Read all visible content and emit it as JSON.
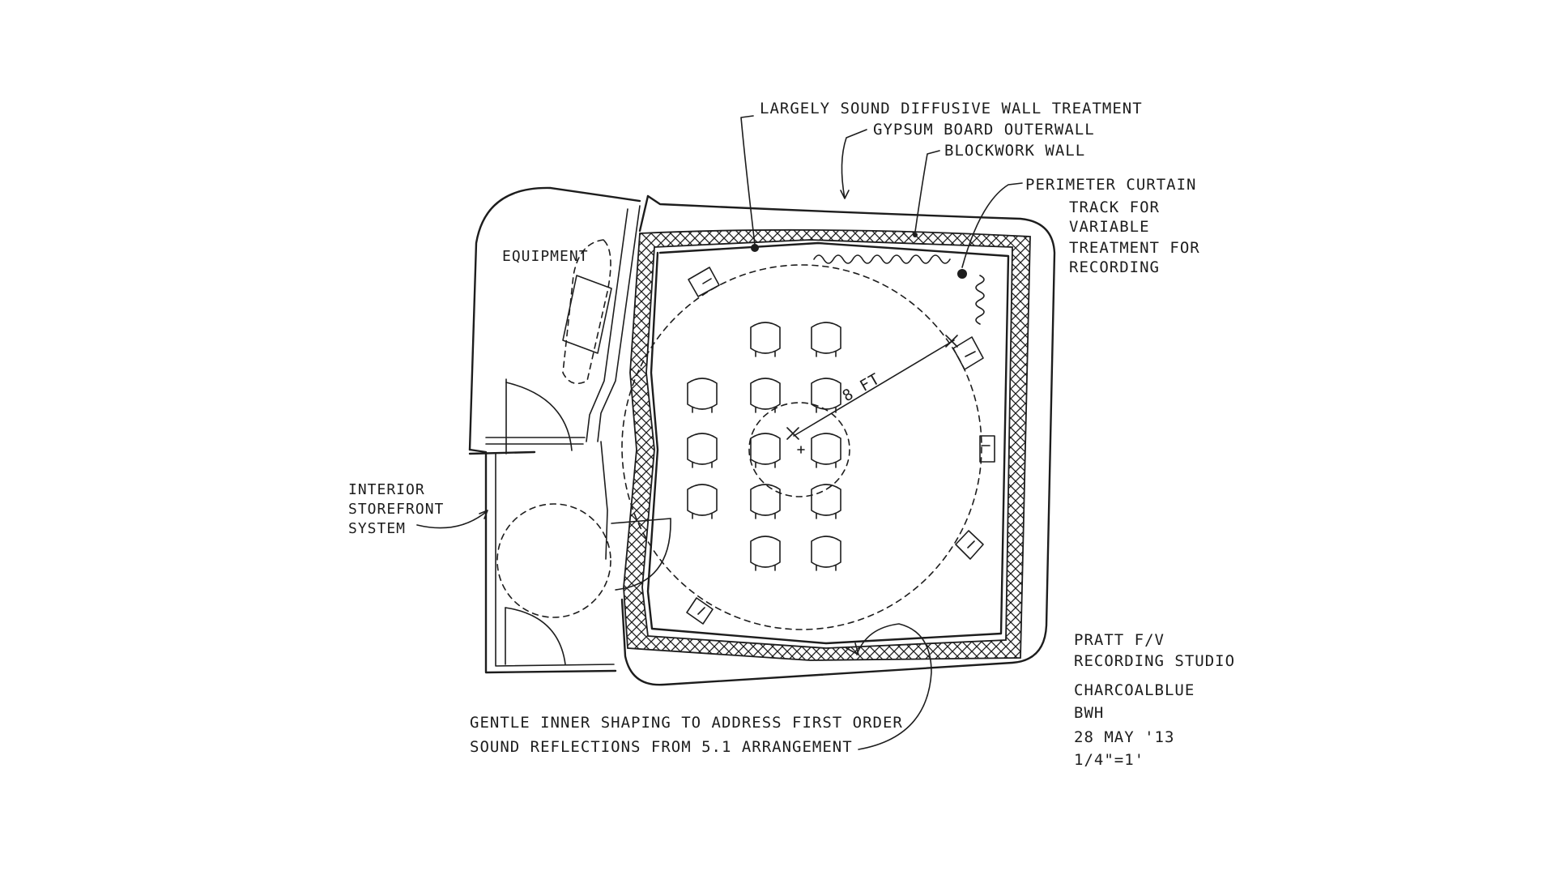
{
  "annotations": {
    "diffusive": "Largely sound diffusive wall treatment",
    "gypsum": "Gypsum board outerwall",
    "blockwork": "Blockwork wall",
    "curtain": [
      "Perimeter curtain",
      "track for",
      "variable",
      "treatment for",
      "recording"
    ],
    "equipment": "Equipment",
    "storefront": [
      "Interior",
      "storefront",
      "system"
    ],
    "shaping": [
      "Gentle inner shaping to address first order",
      "sound reflections from 5.1 arrangement"
    ],
    "dimension": "8 ft"
  },
  "title_block": {
    "project": [
      "Pratt F/V",
      "Recording Studio"
    ],
    "firm": "CharcoalBlue",
    "initials": "BWH",
    "date": "28 May '13",
    "scale": "1/4\"=1'"
  }
}
